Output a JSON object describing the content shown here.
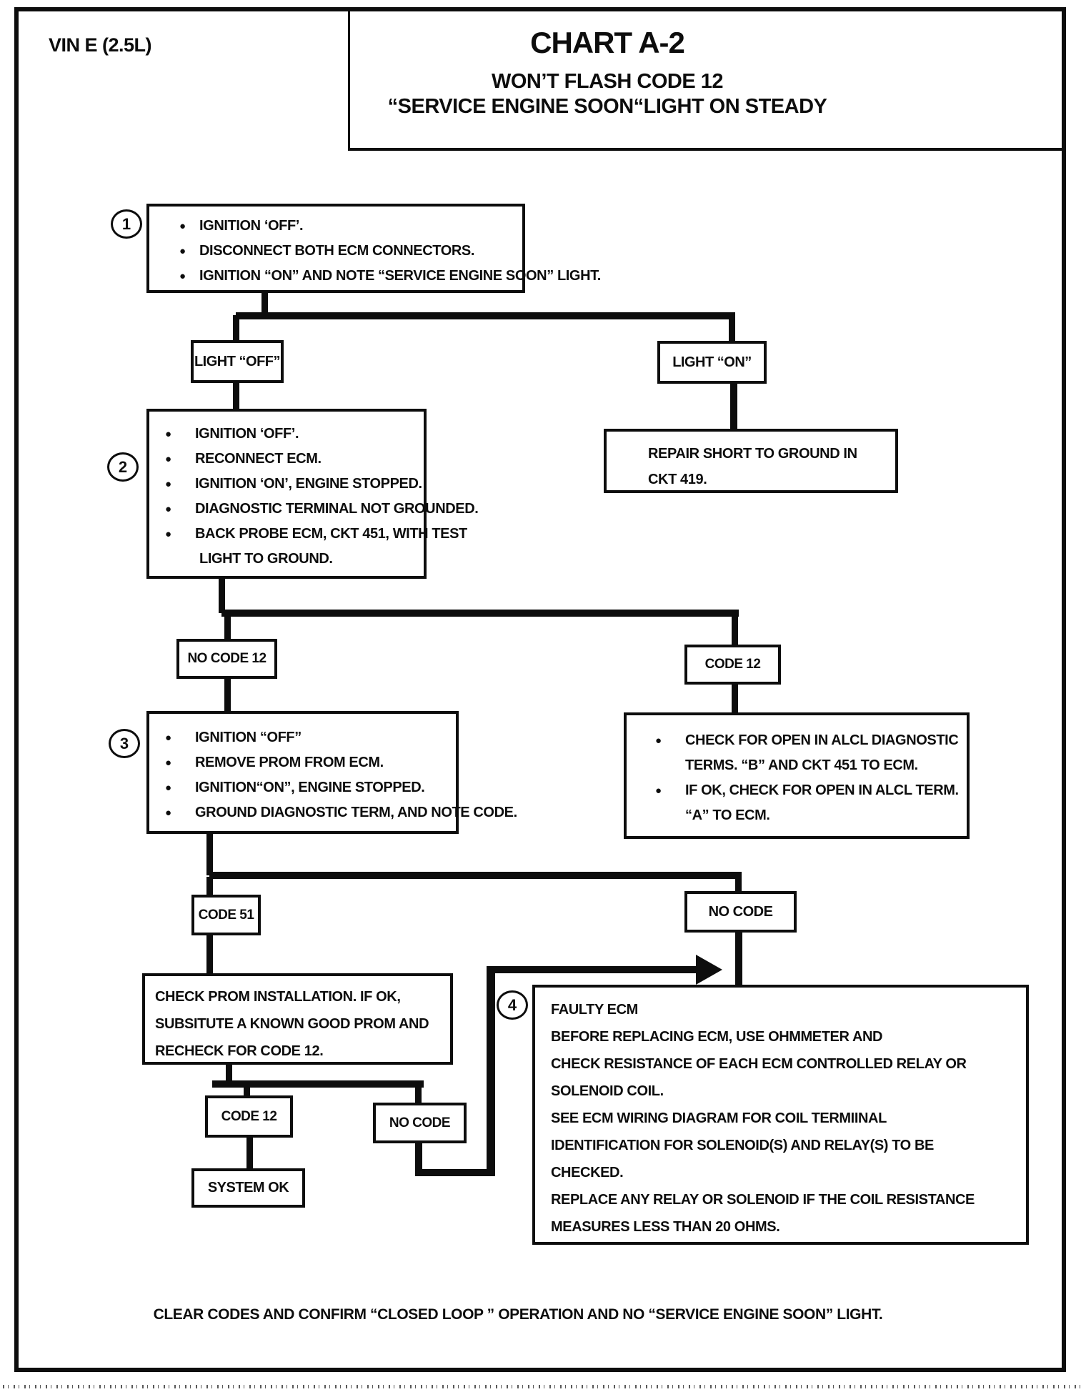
{
  "vin_label": "VIN E (2.5L)",
  "title": {
    "line1": "CHART A-2",
    "line2": "WON’T FLASH CODE 12",
    "line3": "“SERVICE ENGINE SOON“LIGHT ON STEADY"
  },
  "step1": {
    "num": "1",
    "bullets": [
      "IGNITION ‘OFF’.",
      "DISCONNECT BOTH ECM CONNECTORS.",
      "IGNITION “ON” AND NOTE “SERVICE ENGINE SOON” LIGHT."
    ]
  },
  "branch1": {
    "left": "LIGHT “OFF”",
    "right": "LIGHT “ON”"
  },
  "repair_box": {
    "lines": [
      "REPAIR SHORT TO GROUND IN",
      "CKT 419."
    ]
  },
  "step2": {
    "num": "2",
    "bullets": [
      "IGNITION ‘OFF’.",
      "RECONNECT ECM.",
      "IGNITION ‘ON’, ENGINE STOPPED.",
      "DIAGNOSTIC TERMINAL NOT GROUNDED.",
      "BACK PROBE  ECM, CKT 451, WITH TEST"
    ],
    "continuation": "LIGHT TO GROUND."
  },
  "branch2": {
    "left": "NO CODE 12",
    "right": "CODE 12"
  },
  "step3": {
    "num": "3",
    "bullets": [
      "IGNITION “OFF”",
      "REMOVE PROM FROM ECM.",
      "IGNITION“ON”,  ENGINE STOPPED.",
      "GROUND DIAGNOSTIC TERM, AND NOTE CODE."
    ]
  },
  "alcl_box": {
    "lines": [
      "CHECK FOR OPEN IN ALCL DIAGNOSTIC",
      "TERMS. “B” AND CKT 451 TO ECM.",
      "IF OK, CHECK FOR OPEN IN ALCL TERM.",
      "“A” TO ECM."
    ]
  },
  "branch3": {
    "left": "CODE 51",
    "right": "NO CODE"
  },
  "prom_box": {
    "lines": [
      "CHECK PROM INSTALLATION.  IF OK,",
      "SUBSITUTE A KNOWN GOOD  PROM AND",
      "RECHECK FOR CODE 12."
    ]
  },
  "step4": {
    "num": "4",
    "lines": [
      "FAULTY ECM",
      "BEFORE REPLACING ECM, USE  OHMMETER AND",
      "CHECK RESISTANCE OF EACH ECM CONTROLLED RELAY OR",
      "SOLENOID COIL.",
      "SEE ECM WIRING DIAGRAM FOR COIL TERMIINAL",
      "IDENTIFICATION FOR SOLENOID(S)  AND RELAY(S) TO BE",
      "CHECKED.",
      "REPLACE ANY RELAY OR SOLENOID IF THE COIL RESISTANCE",
      "MEASURES LESS THAN 20 OHMS."
    ]
  },
  "branch4": {
    "left": "CODE 12",
    "right": "NO CODE"
  },
  "system_ok": "SYSTEM OK",
  "footer": "CLEAR CODES AND CONFIRM “CLOSED LOOP ” OPERATION AND NO “SERVICE ENGINE SOON” LIGHT.",
  "colors": {
    "ink": "#0d0d0d",
    "paper": "#ffffff"
  }
}
